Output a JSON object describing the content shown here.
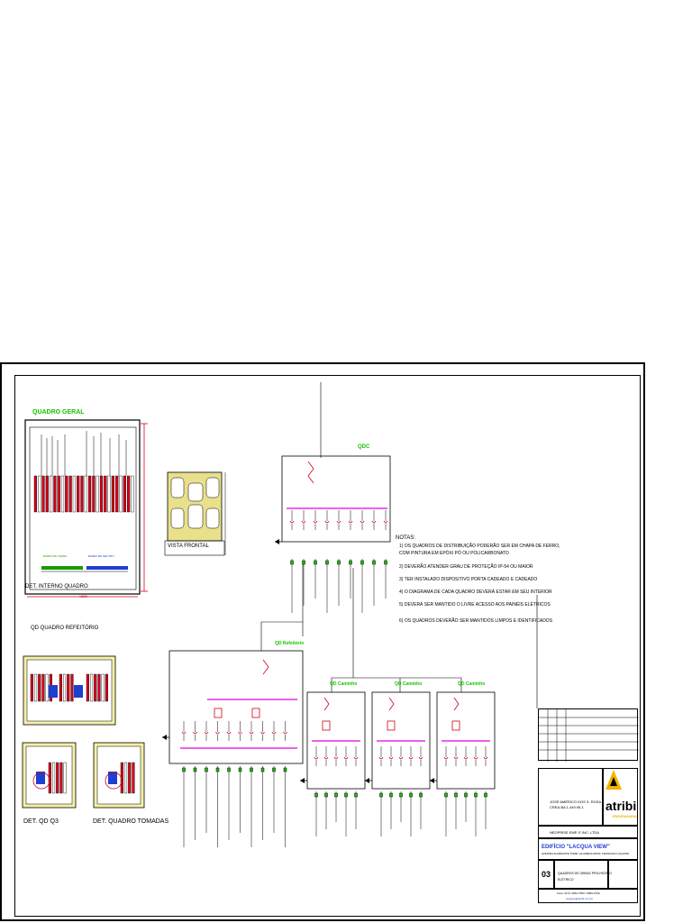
{
  "colors": {
    "label_green": "#19c200",
    "breaker_red": "#d4001a",
    "bus_magenta": "#e000e0",
    "busbar_blue": "#1f3fd0",
    "busbar_green": "#1a9a00",
    "panel_yellow": "#e8e08a",
    "logo_gold": "#f2b400"
  },
  "panels": {
    "main_left_title": "QUADRO GERAL",
    "top_qdc": "QDC",
    "mid_left": "QD Refeitório",
    "mid_1": "QD Caminho",
    "mid_2": "QD Caminho",
    "mid_3": "QD Caminho"
  },
  "details": {
    "det_interno": "DET. INTERNO QUADRO",
    "vista_frontal": "VISTA FRONTAL",
    "qd_refeitorio": "QD QUADRO REFEITÓRIO",
    "det_qd": "DET. QD Q3",
    "det_tomadas": "DET. QUADRO TOMADAS",
    "barra_terra": "BARRA DE TERRA",
    "barra_neutro": "BARRA DE NEUTRO",
    "dim_width": "≈800"
  },
  "notes": {
    "title": "NOTAS:",
    "items": [
      "1) OS QUADROS DE DISTRIBUIÇÃO PODERÃO SER EM CHAPA DE FERRO,",
      "    COM PINTURA EM EPÓXI PÓ OU POLICARBONATO",
      "2) DEVERÃO ATENDER GRAU DE PROTEÇÃO IP-54 OU MAIOR",
      "3) TER INSTALADO DISPOSITIVO PORTA CADEADO E CADEADO",
      "4) O DIAGRAMA DE CADA QUADRO DEVERÁ ESTAR EM SEU INTERIOR",
      "5) DEVERÁ SER MANTIDO O LIVRE ACESSO AOS PAINÉIS ELÉTRICOS",
      "6) OS QUADROS DEVERÃO SER MANTIDOS LIMPOS E IDENTIFICADOS"
    ]
  },
  "title_block": {
    "client": "NEOPRISE EMP. E INC. LTDA",
    "project": "EDIFÍCIO \"LACQUA VIEW\"",
    "address": "AVENIDA ALMIRANTE TOMÉ / ALAMEDA PROF. FRANCISCO AQUINO",
    "sheet_number": "03",
    "drawing_title": "QUADROS DE OBRAS PROVISÓRIO",
    "drawing_subtitle": "ELÉTRICO",
    "responsible": "JOSÉ AMÉRICO DOS S. ROSA",
    "responsible_reg": "CREA-BA 1.449.95-1",
    "brand": "atribi",
    "brand_sub": "ENGENHARIA",
    "footer_phone": "Fone: (071) 3363-7950 / 9999-2769",
    "footer_email": "projetos@atribi.com.br"
  }
}
